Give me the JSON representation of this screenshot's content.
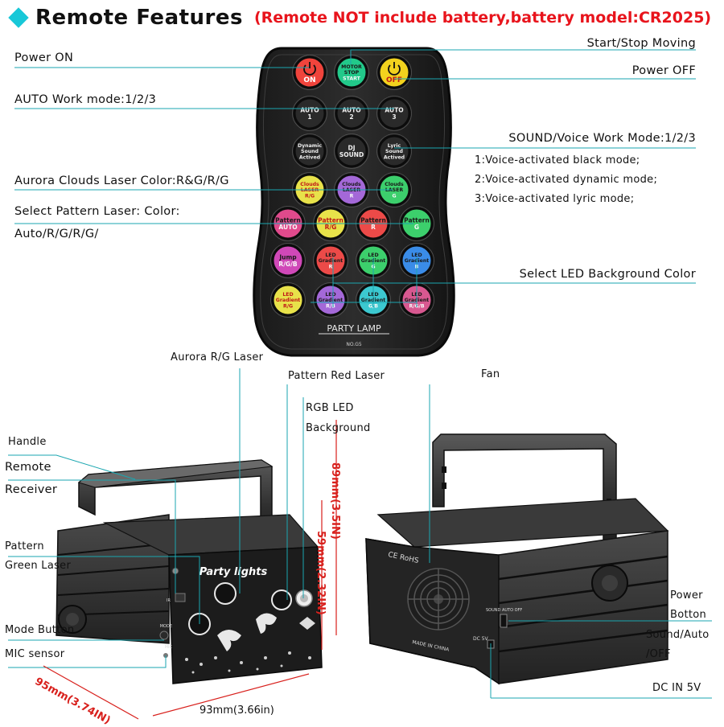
{
  "header": {
    "title": "Remote Features",
    "note": "(Remote NOT include battery,battery model:CR2025)"
  },
  "remote_labels": {
    "start_stop": "Start/Stop Moving",
    "power_on": "Power ON",
    "power_off": "Power OFF",
    "auto_mode": "AUTO Work mode:1/2/3",
    "sound_mode": "SOUND/Voice Work Mode:1/2/3",
    "sound_1": "1:Voice-activated black mode;",
    "sound_2": "2:Voice-activated dynamic mode;",
    "sound_3": "3:Voice-activated lyric mode;",
    "aurora_color": "Aurora Clouds Laser Color:R&G/R/G",
    "pattern_color_1": "Select Pattern Laser: Color:",
    "pattern_color_2": "Auto/R/G/R/G/",
    "led_bg": "Select LED Background Color"
  },
  "remote": {
    "brand": "PARTY LAMP",
    "model": "NO.G5",
    "rows": [
      [
        {
          "l1": "ON",
          "icon": "power",
          "color": "#f0443c"
        },
        {
          "l1": "MOTOR",
          "l2": "STOP",
          "l3": "START",
          "color": "#22c98a"
        },
        {
          "l1": "OFF",
          "icon": "power",
          "color": "#f2d21e"
        }
      ],
      [
        {
          "l1": "AUTO",
          "l2": "1",
          "color": "#2a2a2a"
        },
        {
          "l1": "AUTO",
          "l2": "2",
          "color": "#2a2a2a"
        },
        {
          "l1": "AUTO",
          "l2": "3",
          "color": "#2a2a2a"
        }
      ],
      [
        {
          "l1": "Dynamic",
          "l2": "Sound",
          "l3": "Actived",
          "color": "#2a2a2a"
        },
        {
          "l1": "DJ",
          "l2": "SOUND",
          "color": "#2a2a2a"
        },
        {
          "l1": "Lyric",
          "l2": "Sound",
          "l3": "Actived",
          "color": "#2a2a2a"
        }
      ],
      [
        {
          "l1": "Clouds",
          "l2": "LASER",
          "l3": "R/G",
          "color": "#e8e24a"
        },
        {
          "l1": "Clouds",
          "l2": "LASER",
          "l3": "R",
          "color": "#a468d8"
        },
        {
          "l1": "Clouds",
          "l2": "LASER",
          "l3": "G",
          "color": "#3ccf6c"
        }
      ],
      [
        {
          "l1": "Pattern",
          "l2": "AUTO",
          "color": "#e04a8c"
        },
        {
          "l1": "Pattern",
          "l2": "R/G",
          "color": "#e8e24a"
        },
        {
          "l1": "Pattern",
          "l2": "R",
          "color": "#ec4a48"
        },
        {
          "l1": "Pattern",
          "l2": "G",
          "color": "#3ccf6c"
        }
      ],
      [
        {
          "l1": "Jump",
          "l2": "R/G/B",
          "color": "#d048b8"
        },
        {
          "l1": "LED",
          "l2": "Gradient",
          "l3": "R",
          "color": "#ec4a48"
        },
        {
          "l1": "LED",
          "l2": "Gradient",
          "l3": "G",
          "color": "#3ccf6c"
        },
        {
          "l1": "LED",
          "l2": "Gradient",
          "l3": "B",
          "color": "#3a8ce8"
        }
      ],
      [
        {
          "l1": "LED",
          "l2": "Gradient",
          "l3": "R/G",
          "color": "#e8e24a"
        },
        {
          "l1": "LED",
          "l2": "Gradient",
          "l3": "R/B",
          "color": "#a468d8"
        },
        {
          "l1": "LED",
          "l2": "Gradient",
          "l3": "G/B",
          "color": "#3cc8d0"
        },
        {
          "l1": "LED",
          "l2": "Gradient",
          "l3": "R/G/B",
          "color": "#d85890"
        }
      ]
    ]
  },
  "device_labels": {
    "aurora_rg": "Aurora R/G Laser",
    "pattern_red": "Pattern Red Laser",
    "rgb_led_1": "RGB LED",
    "rgb_led_2": "Background",
    "fan": "Fan",
    "handle": "Handle",
    "remote_1": "Remote",
    "remote_2": "Receiver",
    "pattern_green_1": "Pattern",
    "pattern_green_2": "Green Laser",
    "mode_button": "Mode Button",
    "mic_sensor": "MIC sensor",
    "power_1": "Power",
    "power_2": "Botton",
    "sound_auto_1": "Sound/Auto",
    "sound_auto_2": "/OFF",
    "dc_in": "DC IN 5V"
  },
  "device_text": {
    "front_logo": "Party lights",
    "ce": "CE RoHS",
    "made": "MADE IN CHINA",
    "sound_switch": "SOUND AUTO OFF",
    "dc_tag": "DC 5V",
    "ir": "IR",
    "mode": "MODE",
    "mic": "MIC"
  },
  "dimensions": {
    "height_total": "89mm(3.5IN)",
    "height_body": "59mm(2.32IN)",
    "depth": "95mm(3.74IN)",
    "width": "93mm(3.66in)"
  }
}
